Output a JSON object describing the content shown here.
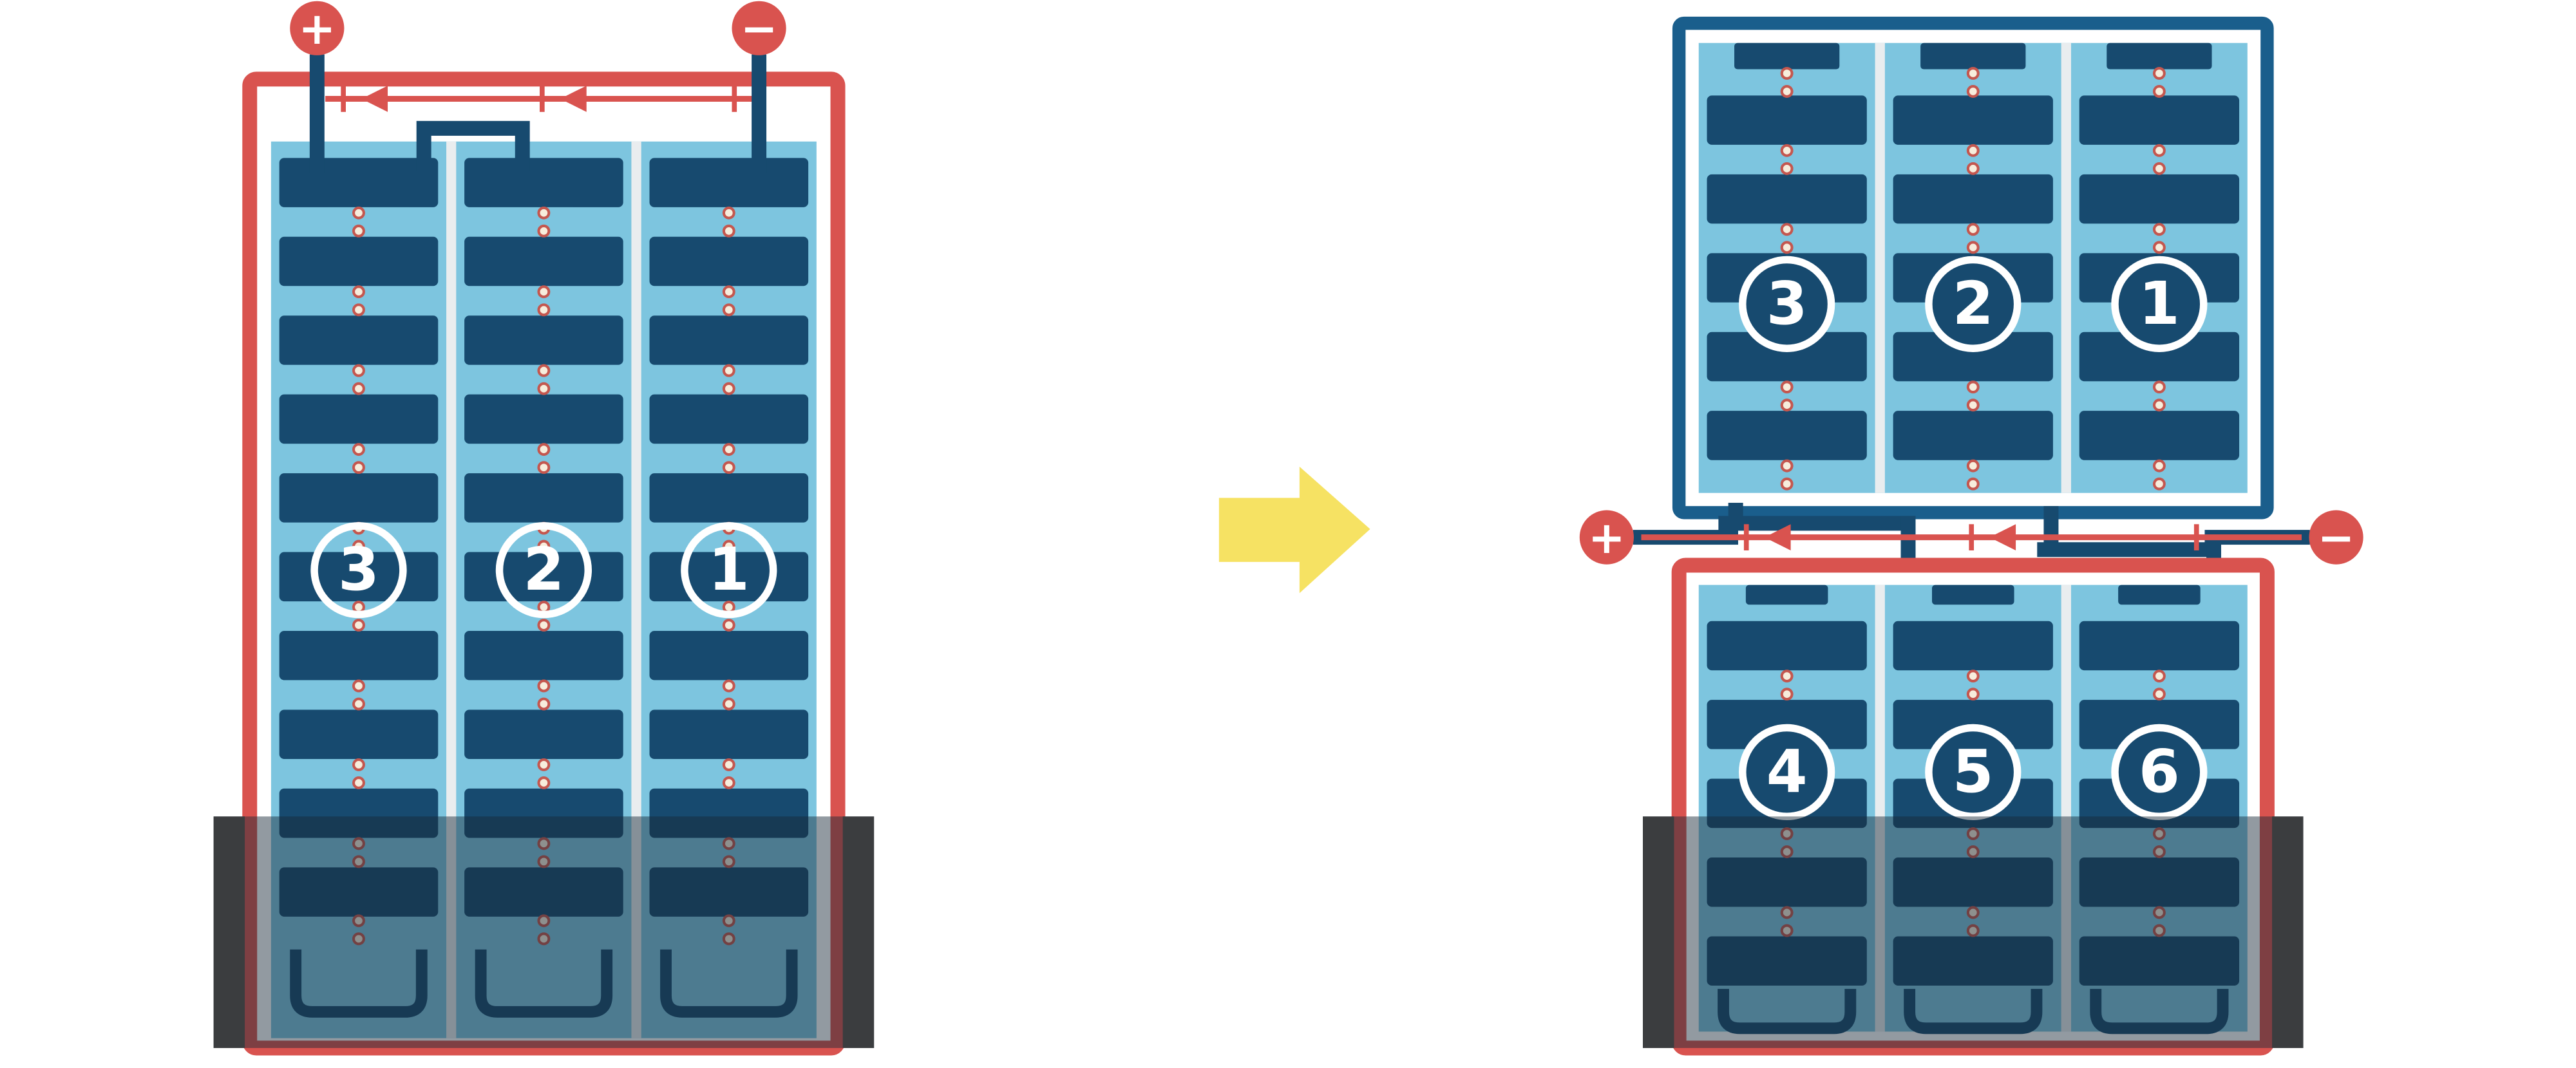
{
  "colors": {
    "background": "#FFFFFF",
    "accent_red": "#D9534F",
    "cell_navy": "#174A6F",
    "frame_navy": "#1A5E8C",
    "panel_blue": "#7DC5DF",
    "divider_gray": "#E9EDEF",
    "dot_fill": "#F7EDDC",
    "dot_ring": "#C4574F",
    "overlay_dark": "rgba(24,40,55,0.47)",
    "rail_gray": "#3B3D3F",
    "arrow_yellow": "#F6E263",
    "text_white": "#FFFFFF"
  },
  "before_panel": {
    "terminals": {
      "positive": "+",
      "negative": "−"
    },
    "strings": [
      {
        "label": "3"
      },
      {
        "label": "2"
      },
      {
        "label": "1"
      }
    ]
  },
  "after_panels": {
    "terminals": {
      "positive": "+",
      "negative": "−"
    },
    "top": {
      "strings": [
        {
          "label": "3"
        },
        {
          "label": "2"
        },
        {
          "label": "1"
        }
      ]
    },
    "bottom": {
      "strings": [
        {
          "label": "4"
        },
        {
          "label": "5"
        },
        {
          "label": "6"
        }
      ]
    }
  }
}
